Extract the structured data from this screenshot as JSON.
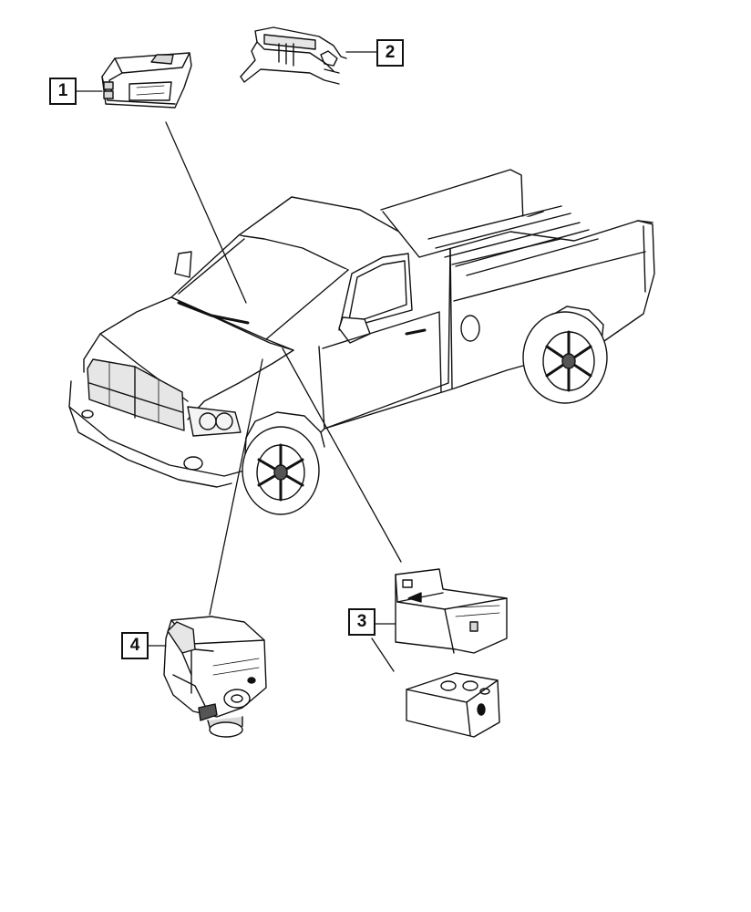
{
  "diagram": {
    "callouts": [
      {
        "id": "1",
        "label": "1"
      },
      {
        "id": "2",
        "label": "2"
      },
      {
        "id": "3",
        "label": "3"
      },
      {
        "id": "4",
        "label": "4"
      }
    ]
  },
  "colors": {
    "line": "#111111",
    "background": "#ffffff",
    "fill_light": "#f4f4f4",
    "fill_mid": "#d8d8d8",
    "fill_dark": "#555555"
  }
}
